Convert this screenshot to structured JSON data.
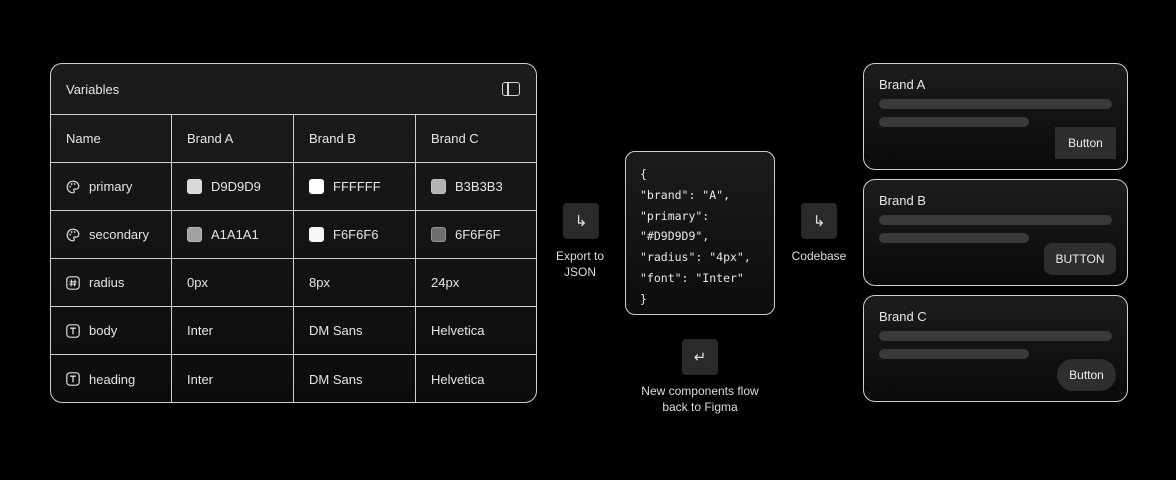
{
  "variables": {
    "title": "Variables",
    "columns": [
      "Name",
      "Brand A",
      "Brand B",
      "Brand C"
    ],
    "rows": [
      {
        "icon": "palette-icon",
        "name": "primary",
        "values": [
          {
            "swatch": "#D9D9D9",
            "text": "D9D9D9"
          },
          {
            "swatch": "#FFFFFF",
            "text": "FFFFFF"
          },
          {
            "swatch": "#B3B3B3",
            "text": "B3B3B3"
          }
        ]
      },
      {
        "icon": "palette-icon",
        "name": "secondary",
        "values": [
          {
            "swatch": "#A1A1A1",
            "text": "A1A1A1"
          },
          {
            "swatch": "#F6F6F6",
            "text": "F6F6F6"
          },
          {
            "swatch": "#6F6F6F",
            "text": "6F6F6F"
          }
        ]
      },
      {
        "icon": "number-icon",
        "name": "radius",
        "values": [
          {
            "text": "0px"
          },
          {
            "text": "8px"
          },
          {
            "text": "24px"
          }
        ]
      },
      {
        "icon": "text-icon",
        "name": "body",
        "values": [
          {
            "text": "Inter"
          },
          {
            "text": "DM Sans"
          },
          {
            "text": "Helvetica"
          }
        ]
      },
      {
        "icon": "text-icon",
        "name": "heading",
        "values": [
          {
            "text": "Inter"
          },
          {
            "text": "DM Sans"
          },
          {
            "text": "Helvetica"
          }
        ]
      }
    ]
  },
  "export": {
    "glyph": "↳",
    "label_line1": "Export to",
    "label_line2": "JSON"
  },
  "json_lines": [
    "{",
    "\"brand\": \"A\",",
    "\"primary\":",
    "\"#D9D9D9\",",
    "\"radius\": \"4px\",",
    "\"font\": \"Inter\"",
    "}"
  ],
  "codebase": {
    "glyph": "↳",
    "label": "Codebase"
  },
  "flow_back": {
    "glyph": "↵",
    "label_line1": "New components flow",
    "label_line2": "back to Figma"
  },
  "brands": [
    {
      "title": "Brand A",
      "button": "Button"
    },
    {
      "title": "Brand B",
      "button": "BUTTON"
    },
    {
      "title": "Brand C",
      "button": "Button"
    }
  ]
}
